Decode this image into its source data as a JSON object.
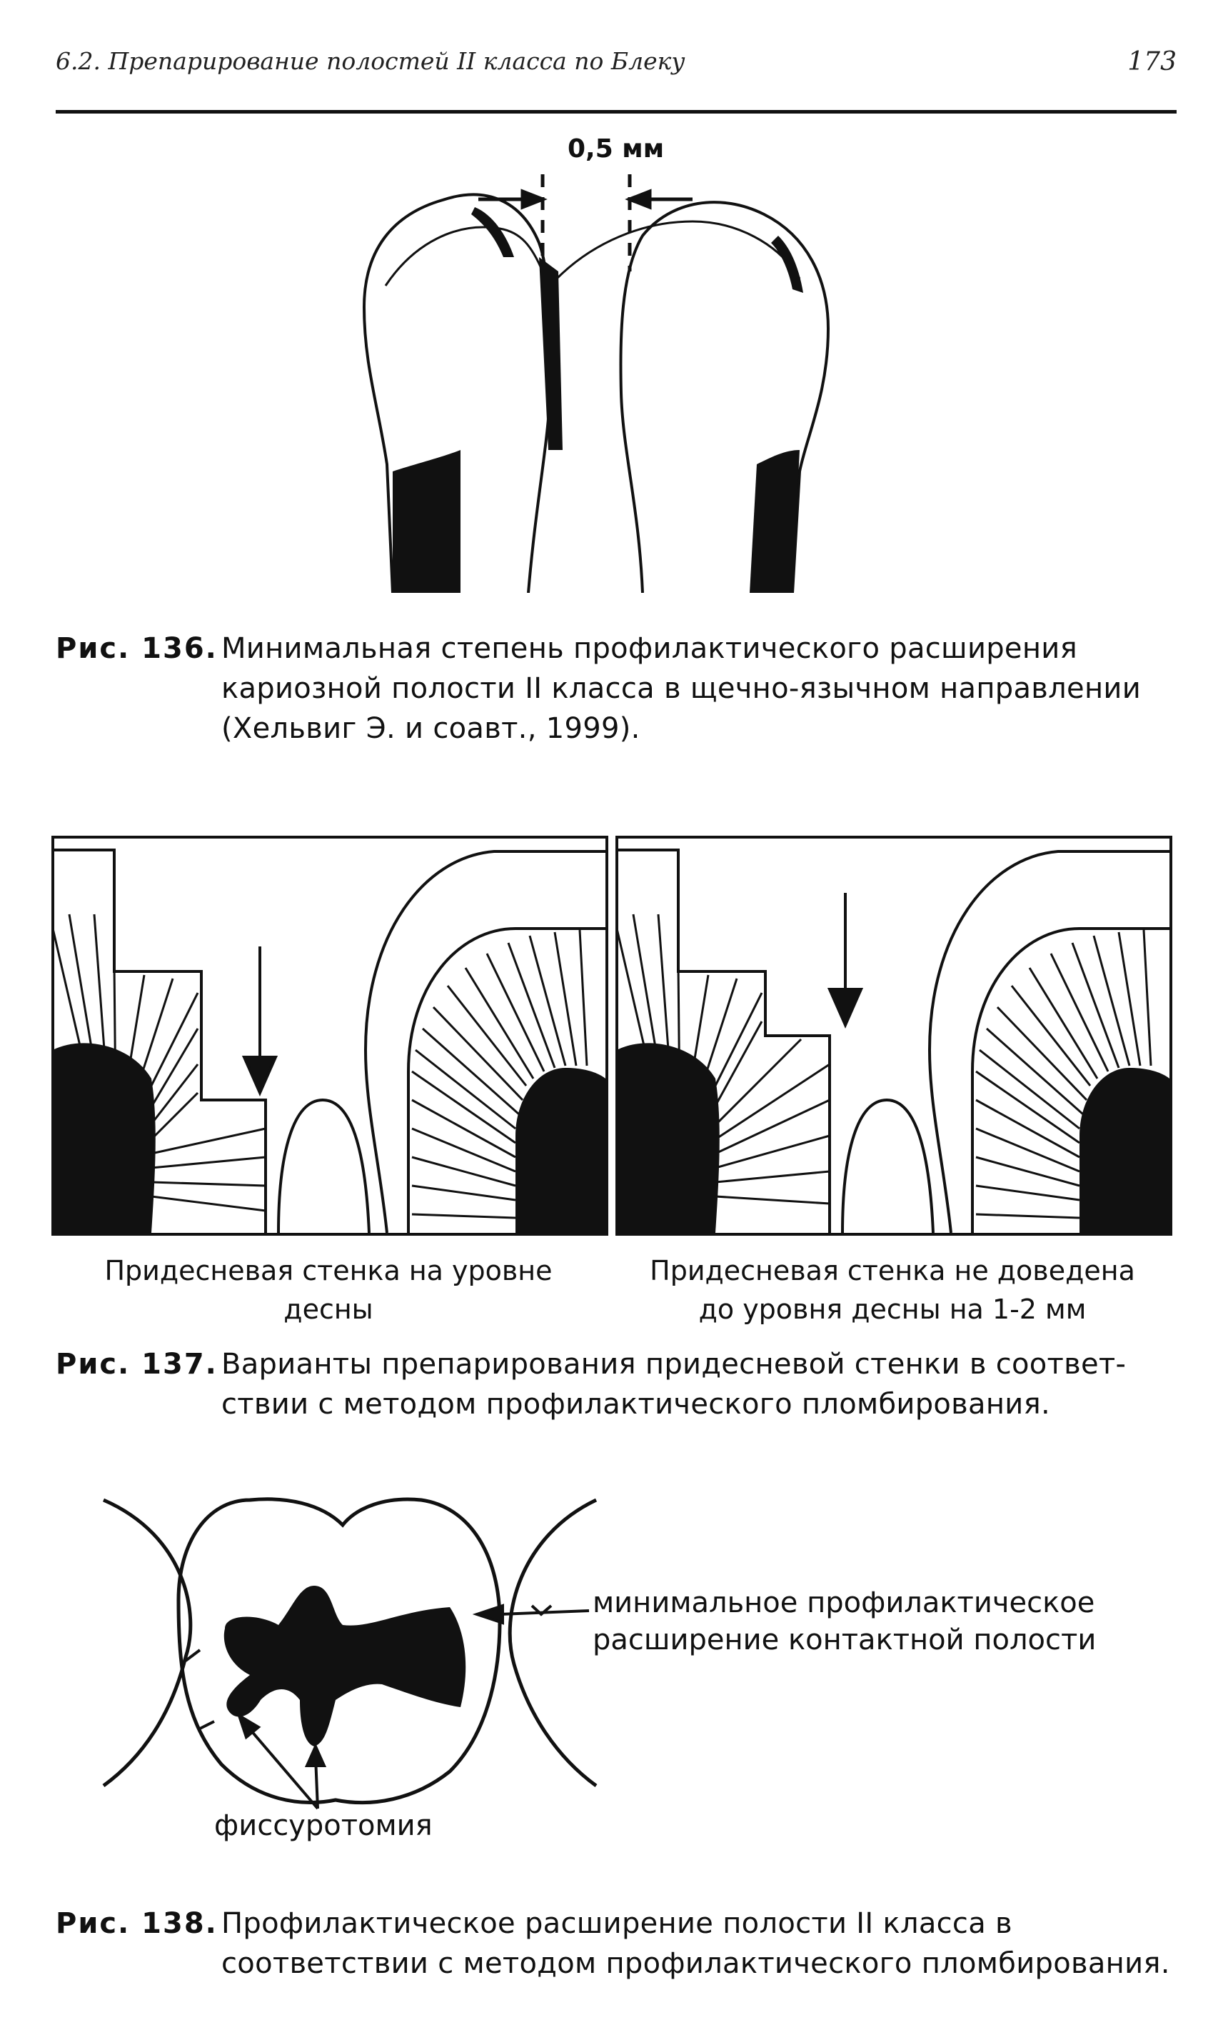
{
  "header": {
    "running_title": "6.2. Препарирование полостей II класса по Блеку",
    "page_number": "173"
  },
  "fig136": {
    "dimension_label": "0,5 мм",
    "caption_label": "Рис. 136.",
    "caption_text": "Минимальная степень профилактического расширения\nкариозной полости II класса в щечно-язычном направлении\n(Хельвиг Э. и соавт., 1999)."
  },
  "fig137": {
    "left_label": "Придесневая стенка на уровне\nдесны",
    "right_label": "Придесневая стенка не доведена\nдо уровня десны на 1-2 мм",
    "caption_label": "Рис. 137.",
    "caption_text": "Варианты препарирования придесневой стенки в соответ-\nствии с методом профилактического пломбирования."
  },
  "fig138": {
    "annotation_right": "минимальное профилактическое\nрасширение контактной полости",
    "annotation_bottom": "фиссуротомия",
    "caption_label": "Рис. 138.",
    "caption_text": "Профилактическое расширение полости II класса в\nсоответствии с методом профилактического пломбирования."
  }
}
